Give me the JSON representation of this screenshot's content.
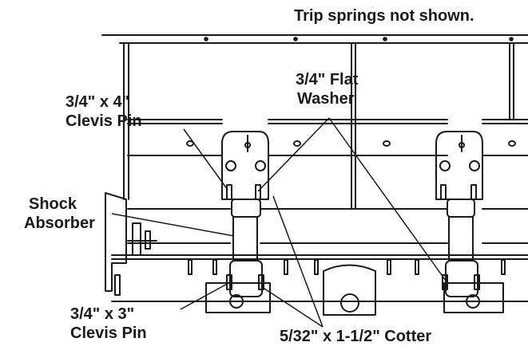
{
  "note": "Trip springs not shown.",
  "labels": {
    "clevis_pin_4": [
      "3/4\" x 4\"",
      "Clevis Pin"
    ],
    "flat_washer": [
      "3/4\" Flat",
      "Washer"
    ],
    "shock_absorber": [
      "Shock",
      "Absorber"
    ],
    "clevis_pin_3": [
      "3/4\" x 3\"",
      "Clevis Pin"
    ],
    "cotter": "5/32\" x 1-1/2\" Cotter"
  }
}
